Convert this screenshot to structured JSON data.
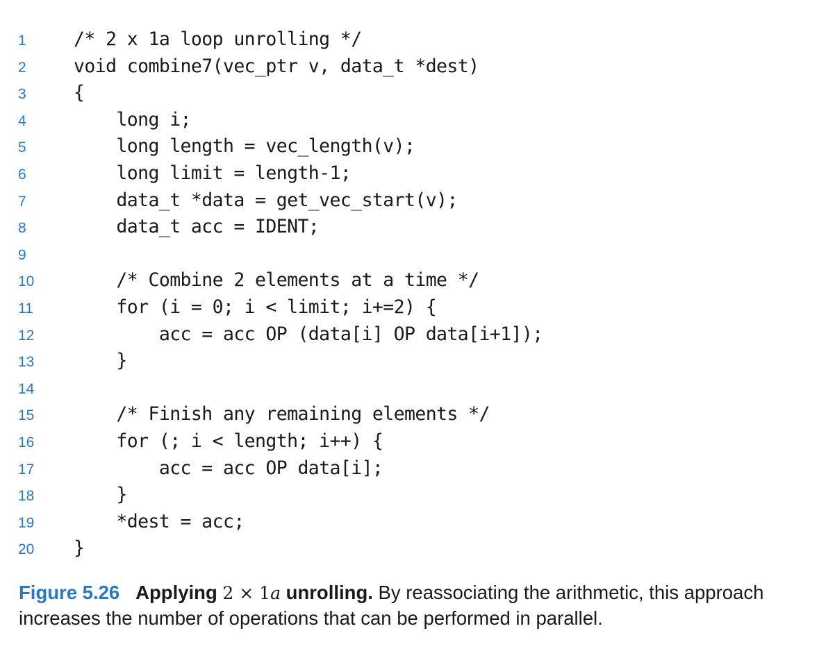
{
  "listing": {
    "lines": [
      {
        "num": "1",
        "code": "/* 2 x 1a loop unrolling */"
      },
      {
        "num": "2",
        "code": "void combine7(vec_ptr v, data_t *dest)"
      },
      {
        "num": "3",
        "code": "{"
      },
      {
        "num": "4",
        "code": "    long i;"
      },
      {
        "num": "5",
        "code": "    long length = vec_length(v);"
      },
      {
        "num": "6",
        "code": "    long limit = length-1;"
      },
      {
        "num": "7",
        "code": "    data_t *data = get_vec_start(v);"
      },
      {
        "num": "8",
        "code": "    data_t acc = IDENT;"
      },
      {
        "num": "9",
        "code": ""
      },
      {
        "num": "10",
        "code": "    /* Combine 2 elements at a time */"
      },
      {
        "num": "11",
        "code": "    for (i = 0; i < limit; i+=2) {"
      },
      {
        "num": "12",
        "code": "        acc = acc OP (data[i] OP data[i+1]);"
      },
      {
        "num": "13",
        "code": "    }"
      },
      {
        "num": "14",
        "code": ""
      },
      {
        "num": "15",
        "code": "    /* Finish any remaining elements */"
      },
      {
        "num": "16",
        "code": "    for (; i < length; i++) {"
      },
      {
        "num": "17",
        "code": "        acc = acc OP data[i];"
      },
      {
        "num": "18",
        "code": "    }"
      },
      {
        "num": "19",
        "code": "    *dest = acc;"
      },
      {
        "num": "20",
        "code": "}"
      }
    ]
  },
  "caption": {
    "label": "Figure 5.26",
    "title_start": "Applying",
    "math_factor": "2",
    "math_times": "×",
    "math_one": "1",
    "math_var": "a",
    "title_end": "unrolling.",
    "body": "By reassociating the arithmetic, this approach increases the number of operations that can be performed in parallel."
  },
  "colors": {
    "accent": "#2a78c2",
    "text": "#1a1a1a",
    "background": "#ffffff"
  }
}
